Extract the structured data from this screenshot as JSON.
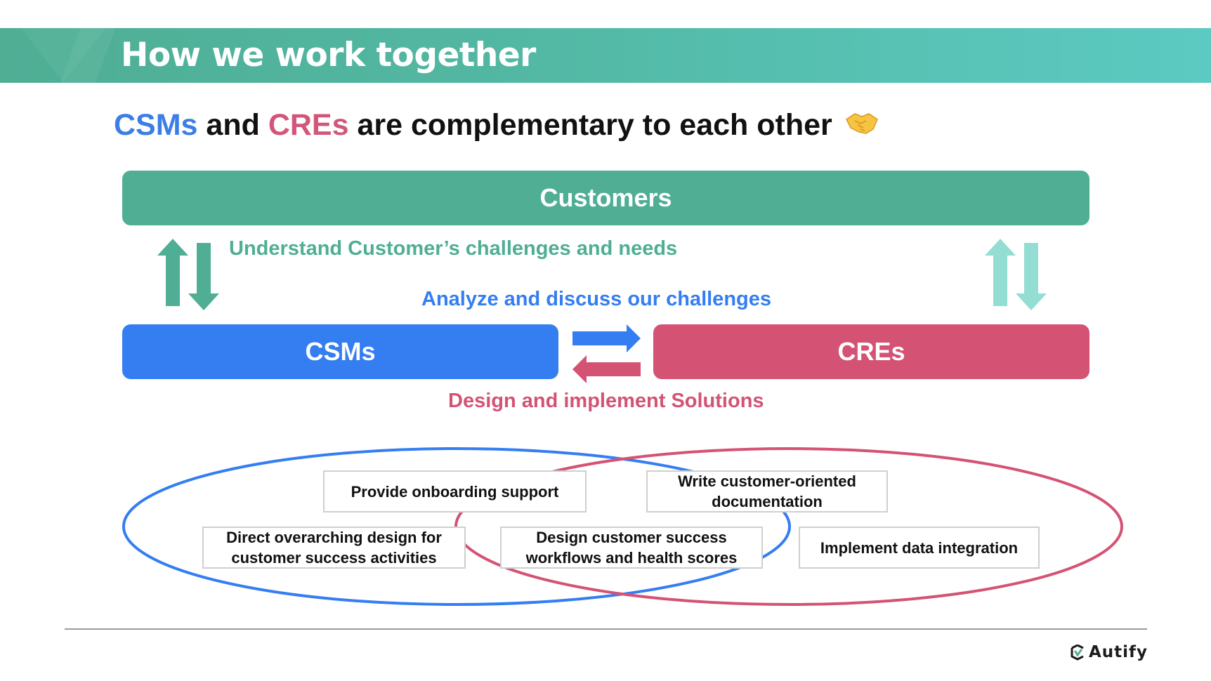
{
  "header": {
    "title": "How we work together"
  },
  "headline": {
    "part1": "CSMs",
    "part2": " and ",
    "part3": "CREs",
    "part4": " are complementary to each other",
    "emoji_icon": "handshake-icon"
  },
  "diagram": {
    "top_bar": "Customers",
    "left_bar": "CSMs",
    "right_bar": "CREs",
    "label_customer_link": "Understand Customer’s challenges and needs",
    "label_csm_to_cre": "Analyze and discuss our challenges",
    "label_cre_to_csm": "Design and implement Solutions",
    "colors": {
      "customers": "#4fae94",
      "csm": "#347ef2",
      "cre": "#d45374",
      "faded_arrows": "#93ddd3"
    }
  },
  "venn": {
    "sets": [
      "CSMs",
      "CREs"
    ],
    "tasks": [
      {
        "text": "Provide onboarding support",
        "region": "CSMs"
      },
      {
        "text": "Write customer-oriented documentation",
        "region": "CREs"
      },
      {
        "text": "Direct overarching design for customer success activities",
        "region": "CSMs"
      },
      {
        "text": "Design customer success workflows and health scores",
        "region": "both"
      },
      {
        "text": "Implement data integration",
        "region": "CREs"
      }
    ]
  },
  "footer": {
    "logo_text": "Autify"
  }
}
